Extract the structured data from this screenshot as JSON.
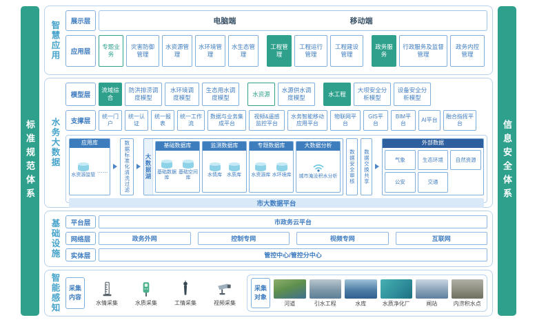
{
  "frame": {
    "left_bar": "标准规范体系",
    "right_bar": "信息安全体系"
  },
  "colors": {
    "teal": "#2FA08C",
    "blue": "#3E7CC0",
    "header_blue": "#3D7DBD",
    "dark_blue": "#2E5F9E",
    "section_border": "#B7D2EE",
    "light_blue_bg": "#D9E9F7"
  },
  "smart_app": {
    "section_label": "智慧应用",
    "display_layer": {
      "label": "展示层",
      "pc": "电脑端",
      "mobile": "移动端"
    },
    "app_layer": {
      "label": "应用层",
      "group1_header": "专题业务",
      "group1_items": [
        "灾害防御管理",
        "水资源管理",
        "水环境管理",
        "水生态管理"
      ],
      "group2_header": "工程管理",
      "group2_items": [
        "工程运行管理",
        "工程建设管理"
      ],
      "group3_header": "政务服务",
      "group3_items": [
        "行政服务及监督管理",
        "政务内控管理"
      ]
    }
  },
  "water_bigdata": {
    "section_label": "水务大数据",
    "model_layer": {
      "label": "模型层",
      "group1_header": "流域综合",
      "group1_items": [
        "防洪排涝调度模型",
        "水环境调度模型",
        "生态用水调度模型"
      ],
      "group2_header": "水资源",
      "group2_items": [
        "水源供水调度模型"
      ],
      "group3_header": "水工程",
      "group3_items": [
        "大坝安全分析模型",
        "设备安全分析模型"
      ]
    },
    "support_layer": {
      "label": "支撑层",
      "items": [
        "统一门户",
        "统一认证",
        "统一报表",
        "统一工作流",
        "数据与业务集成平台",
        "视频&遥感监控平台",
        "水务智能移动应用平台",
        "物联网平台",
        "GIS平台",
        "BIM平台",
        "AI平台",
        "融合指挥平台"
      ]
    },
    "data_platform": {
      "app_db": {
        "header": "应用库",
        "item": "水资源监管",
        "dots": "……"
      },
      "filter": "数据标准化清洗过滤",
      "lake_label": "大数据湖",
      "base_db": {
        "header": "基础数据库",
        "items": [
          "基础数据库",
          "基础空间库"
        ]
      },
      "monitor_db": {
        "header": "监测数据库",
        "items": [
          "水情库",
          "水质库"
        ]
      },
      "theme_db": {
        "header": "专题数据库",
        "items": [
          "水资源库",
          "水环境库"
        ]
      },
      "analysis": {
        "header": "大数据分析",
        "item": "城市淹没积水分析"
      },
      "audit": "数据安全审核",
      "share": "数据交换共享",
      "external": {
        "header": "外部数据",
        "items": [
          "气象",
          "生态环境",
          "自然资源",
          "公安",
          "交通"
        ]
      },
      "platform_bar": "市大数据平台"
    }
  },
  "infrastructure": {
    "section_label": "基础设施",
    "platform_layer": {
      "label": "平台层",
      "value": "市政务云平台"
    },
    "network_layer": {
      "label": "网络层",
      "items": [
        "政务外网",
        "控制专网",
        "视频专网",
        "互联网"
      ]
    },
    "entity_layer": {
      "label": "实体层",
      "value": "管控中心/管控分中心"
    }
  },
  "sensing": {
    "section_label": "智能感知",
    "content": {
      "label": "采集内容",
      "items": [
        {
          "name": "水情采集",
          "icon": "water-level-gauge-icon"
        },
        {
          "name": "水质采集",
          "icon": "water-quality-meter-icon"
        },
        {
          "name": "工情采集",
          "icon": "engineering-sensor-icon"
        },
        {
          "name": "视频采集",
          "icon": "cctv-camera-icon"
        }
      ]
    },
    "objects": {
      "label": "采集对象",
      "items": [
        "河道",
        "引水工程",
        "水库",
        "水质净化厂",
        "闸站",
        "内涝积水点"
      ]
    }
  }
}
